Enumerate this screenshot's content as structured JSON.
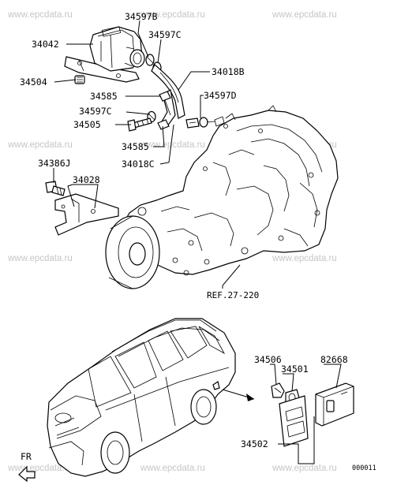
{
  "watermark": "www.epcdata.ru",
  "labels": {
    "p34597b": "34597B",
    "p34042": "34042",
    "p34597c_top": "34597C",
    "p34504": "34504",
    "p34018b": "34018B",
    "p34585_top": "34585",
    "p34597d": "34597D",
    "p34597c_mid": "34597C",
    "p34505": "34505",
    "p34585_bot": "34585",
    "p34018c": "34018C",
    "p34386j": "34386J",
    "p34028": "34028",
    "ref": "REF.27-220",
    "p34506": "34506",
    "p82668": "82668",
    "p34501": "34501",
    "p34502": "34502",
    "fr": "FR",
    "code": "000011"
  }
}
